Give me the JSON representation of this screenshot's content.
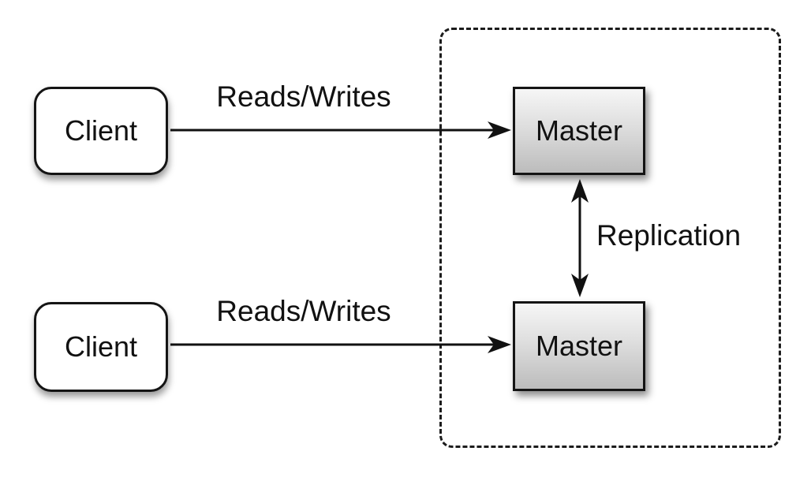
{
  "diagram": {
    "title_hint": "master-master replication",
    "background_color": "#ffffff",
    "line_color": "#111111",
    "master_fill_top": "#f6f6f6",
    "master_fill_bottom": "#bcbcbc",
    "client_fill": "#ffffff",
    "nodes": [
      {
        "id": "client-1",
        "type": "client",
        "label": "Client"
      },
      {
        "id": "client-2",
        "type": "client",
        "label": "Client"
      },
      {
        "id": "master-1",
        "type": "master",
        "label": "Master"
      },
      {
        "id": "master-2",
        "type": "master",
        "label": "Master"
      }
    ],
    "edges": [
      {
        "from": "client-1",
        "to": "master-1",
        "label": "Reads/Writes",
        "direction": "one-way"
      },
      {
        "from": "client-2",
        "to": "master-2",
        "label": "Reads/Writes",
        "direction": "one-way"
      },
      {
        "from": "master-1",
        "to": "master-2",
        "label": "Replication",
        "direction": "two-way"
      }
    ],
    "groups": [
      {
        "id": "replication-group",
        "style": "dashed-rounded",
        "contains": [
          "master-1",
          "master-2"
        ]
      }
    ]
  }
}
